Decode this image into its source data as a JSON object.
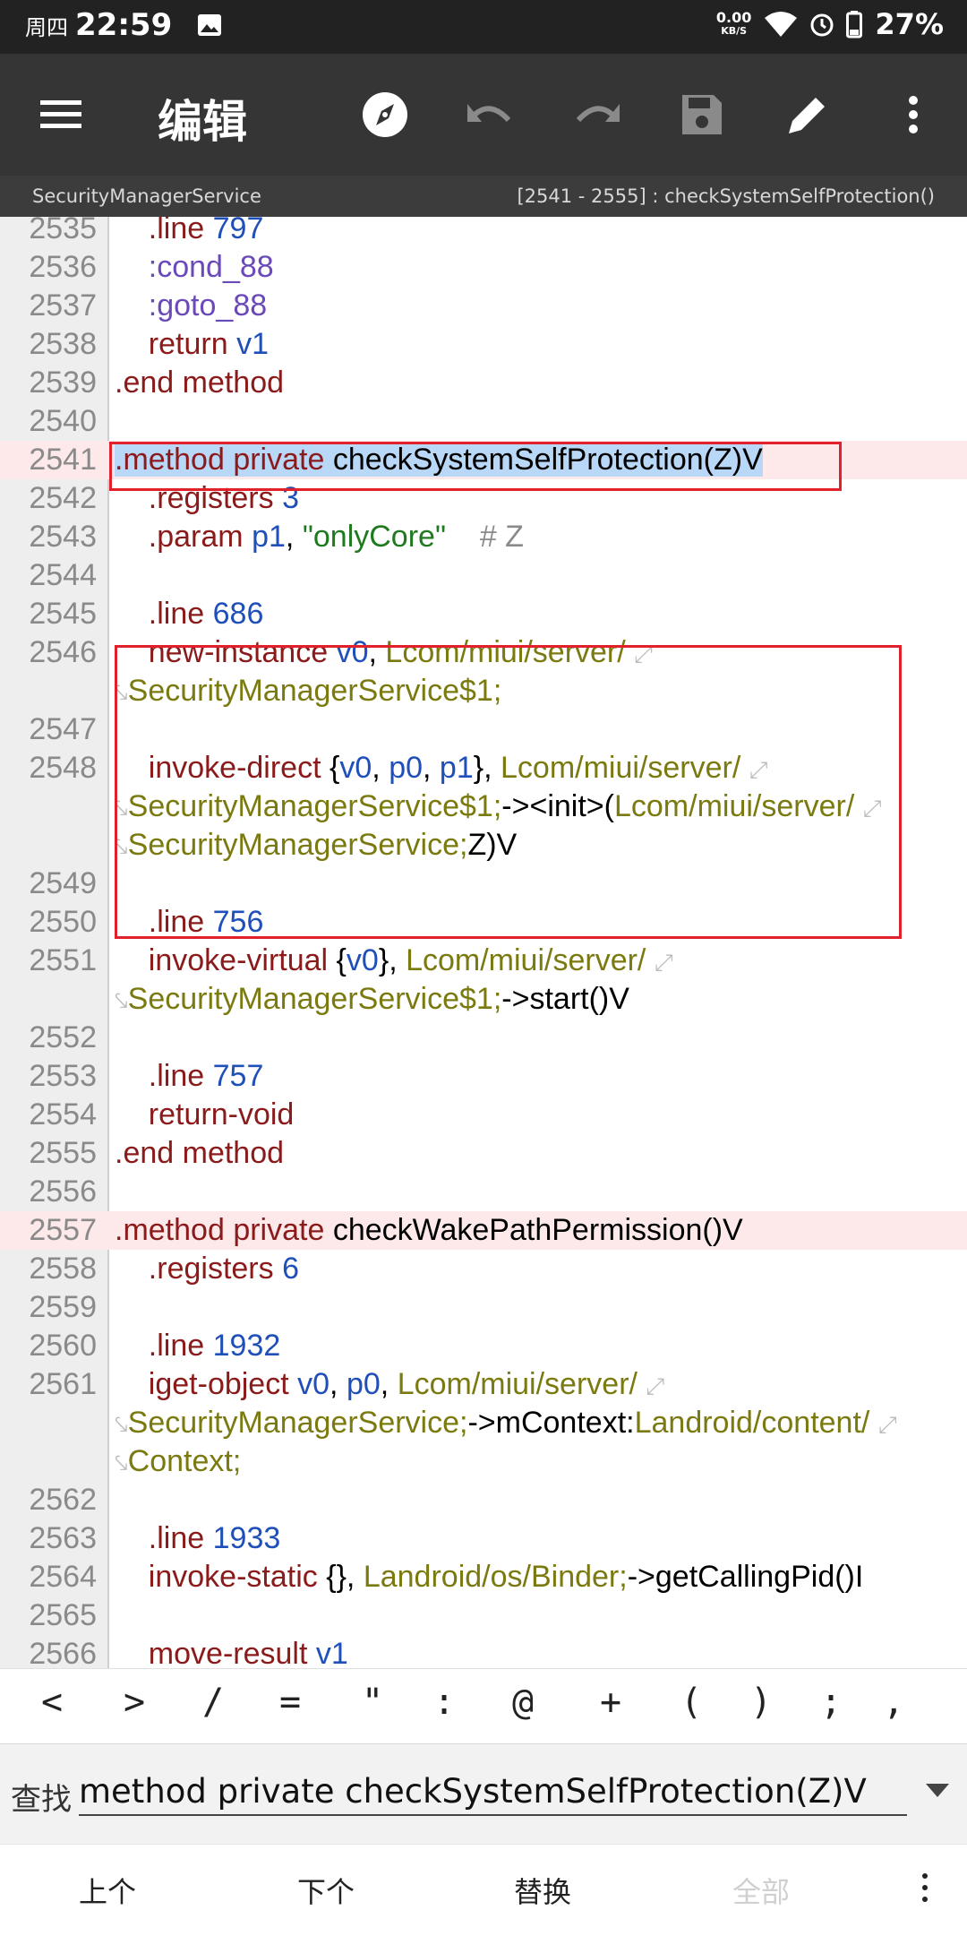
{
  "status_bar": {
    "weekday": "周四",
    "time": "22:59",
    "net_speed_value": "0.00",
    "net_speed_unit": "KB/S",
    "battery": "27%"
  },
  "toolbar": {
    "title": "编辑",
    "icons": [
      "menu-icon",
      "compass-icon",
      "undo-icon",
      "redo-icon",
      "save-icon",
      "pencil-icon",
      "more-vert-icon"
    ]
  },
  "info_bar": {
    "file": "SecurityManagerService",
    "range": "[2541 - 2555] : checkSystemSelfProtection()"
  },
  "lines": [
    {
      "n": "2535",
      "text": "    .line 797"
    },
    {
      "n": "2536",
      "text": "    :cond_88"
    },
    {
      "n": "2537",
      "text": "    :goto_88"
    },
    {
      "n": "2538",
      "text": "    return v1"
    },
    {
      "n": "2539",
      "text": ".end method"
    },
    {
      "n": "2540",
      "text": ""
    },
    {
      "n": "2541",
      "text": ".method private checkSystemSelfProtection(Z)V"
    },
    {
      "n": "2542",
      "text": "    .registers 3"
    },
    {
      "n": "2543",
      "text": "    .param p1, \"onlyCore\"    # Z"
    },
    {
      "n": "2544",
      "text": ""
    },
    {
      "n": "2545",
      "text": "    .line 686"
    },
    {
      "n": "2546",
      "text": "    new-instance v0, Lcom/miui/server/"
    },
    {
      "n": "",
      "text": "SecurityManagerService$1;"
    },
    {
      "n": "2547",
      "text": ""
    },
    {
      "n": "2548",
      "text": "    invoke-direct {v0, p0, p1}, Lcom/miui/server/"
    },
    {
      "n": "",
      "text": "SecurityManagerService$1;-><init>(Lcom/miui/server/"
    },
    {
      "n": "",
      "text": "SecurityManagerService;Z)V"
    },
    {
      "n": "2549",
      "text": ""
    },
    {
      "n": "2550",
      "text": "    .line 756"
    },
    {
      "n": "2551",
      "text": "    invoke-virtual {v0}, Lcom/miui/server/"
    },
    {
      "n": "",
      "text": "SecurityManagerService$1;->start()V"
    },
    {
      "n": "2552",
      "text": ""
    },
    {
      "n": "2553",
      "text": "    .line 757"
    },
    {
      "n": "2554",
      "text": "    return-void"
    },
    {
      "n": "2555",
      "text": ".end method"
    },
    {
      "n": "2556",
      "text": ""
    },
    {
      "n": "2557",
      "text": ".method private checkWakePathPermission()V"
    },
    {
      "n": "2558",
      "text": "    .registers 6"
    },
    {
      "n": "2559",
      "text": ""
    },
    {
      "n": "2560",
      "text": "    .line 1932"
    },
    {
      "n": "2561",
      "text": "    iget-object v0, p0, Lcom/miui/server/"
    },
    {
      "n": "",
      "text": "SecurityManagerService;->mContext:Landroid/content/"
    },
    {
      "n": "",
      "text": "Context;"
    },
    {
      "n": "2562",
      "text": ""
    },
    {
      "n": "2563",
      "text": "    .line 1933"
    },
    {
      "n": "2564",
      "text": "    invoke-static {}, Landroid/os/Binder;->getCallingPid()I"
    },
    {
      "n": "2565",
      "text": ""
    },
    {
      "n": "2566",
      "text": "    move-result v1"
    }
  ],
  "symbols": [
    "<",
    ">",
    "/",
    "=",
    "\"",
    ":",
    "@",
    "+",
    "(",
    ")",
    ";",
    ","
  ],
  "search": {
    "label": "查找",
    "value": "method private checkSystemSelfProtection(Z)V"
  },
  "actions": {
    "prev": "上个",
    "next": "下个",
    "replace": "替换",
    "all": "全部"
  },
  "colors": {
    "toolbar_bg": "#353535",
    "status_bg": "#222222",
    "highlight_row": "#fde9ea",
    "selection": "#b9d7f7",
    "box_red": "#e0202a"
  }
}
